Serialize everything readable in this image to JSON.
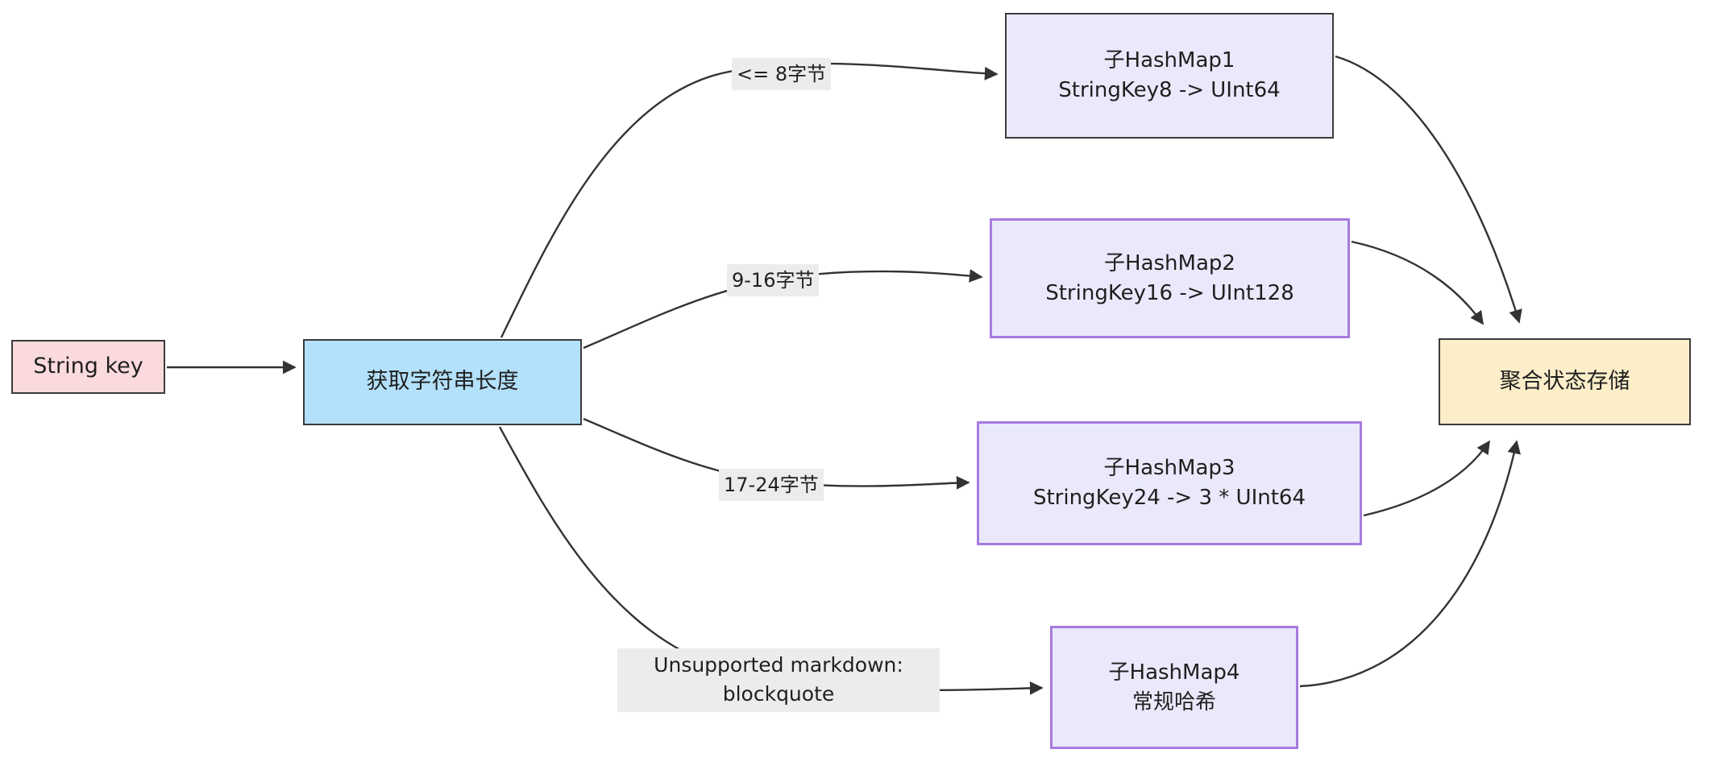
{
  "diagram": {
    "type": "flowchart",
    "direction": "left-to-right",
    "background_color": "#ffffff",
    "nodes": [
      {
        "id": "string-key",
        "lines": [
          "String key"
        ],
        "fill": "#fadadd",
        "stroke": "#3b3b3b"
      },
      {
        "id": "get-length",
        "lines": [
          "获取字符串长度"
        ],
        "fill": "#b3e0fa",
        "stroke": "#3b3b3b"
      },
      {
        "id": "hashmap-1",
        "lines": [
          "子HashMap1",
          "StringKey8 -> UInt64"
        ],
        "fill": "#e9e9fb",
        "stroke": "#3b3b3b"
      },
      {
        "id": "hashmap-2",
        "lines": [
          "子HashMap2",
          "StringKey16 -> UInt128"
        ],
        "fill": "#e9e9fb",
        "stroke": "#a77ae0"
      },
      {
        "id": "hashmap-3",
        "lines": [
          "子HashMap3",
          "StringKey24 -> 3 * UInt64"
        ],
        "fill": "#e9e9fb",
        "stroke": "#a77ae0"
      },
      {
        "id": "hashmap-4",
        "lines": [
          "子HashMap4",
          "常规哈希"
        ],
        "fill": "#e9e9fb",
        "stroke": "#a77ae0"
      },
      {
        "id": "aggregate-store",
        "lines": [
          "聚合状态存储"
        ],
        "fill": "#fbeec9",
        "stroke": "#3b3b3b"
      }
    ],
    "edge_labels": [
      {
        "id": "le8",
        "text": "<= 8字节",
        "background": "#ececec"
      },
      {
        "id": "r9_16",
        "text": "9-16字节",
        "background": "#ececec"
      },
      {
        "id": "r17_24",
        "text": "17-24字节",
        "background": "#ececec"
      },
      {
        "id": "fallback",
        "line1": "Unsupported markdown:",
        "line2": "blockquote",
        "background": "#ececec"
      }
    ],
    "edges": [
      {
        "from": "string-key",
        "to": "get-length",
        "label": null
      },
      {
        "from": "get-length",
        "to": "hashmap-1",
        "label": "<= 8字节"
      },
      {
        "from": "get-length",
        "to": "hashmap-2",
        "label": "9-16字节"
      },
      {
        "from": "get-length",
        "to": "hashmap-3",
        "label": "17-24字节"
      },
      {
        "from": "get-length",
        "to": "hashmap-4",
        "label": "Unsupported markdown: blockquote"
      },
      {
        "from": "hashmap-1",
        "to": "aggregate-store",
        "label": null
      },
      {
        "from": "hashmap-2",
        "to": "aggregate-store",
        "label": null
      },
      {
        "from": "hashmap-3",
        "to": "aggregate-store",
        "label": null
      },
      {
        "from": "hashmap-4",
        "to": "aggregate-store",
        "label": null
      }
    ],
    "edge_stroke": "#333333"
  }
}
